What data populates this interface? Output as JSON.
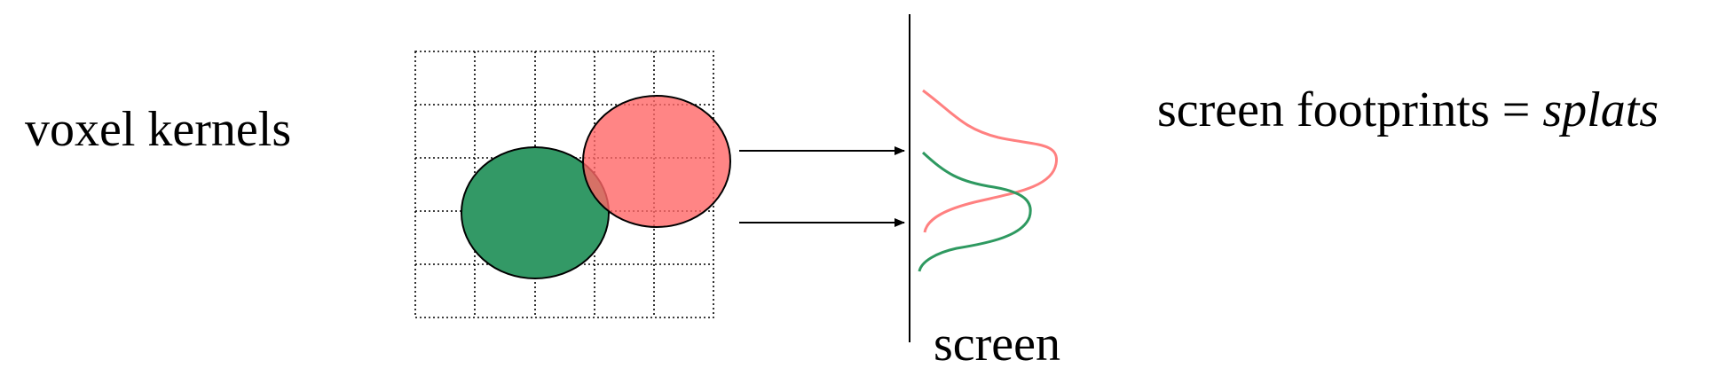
{
  "labels": {
    "voxel_kernels": "voxel kernels",
    "footprints_prefix": "screen footprints = ",
    "footprints_italic": "splats",
    "screen": "screen"
  },
  "colors": {
    "green_kernel": "#339966",
    "red_kernel": "#FF6666",
    "red_curve": "#FF8080",
    "green_curve": "#2E9960",
    "grid_line": "#000000"
  },
  "grid": {
    "rows": 5,
    "cols": 5
  }
}
